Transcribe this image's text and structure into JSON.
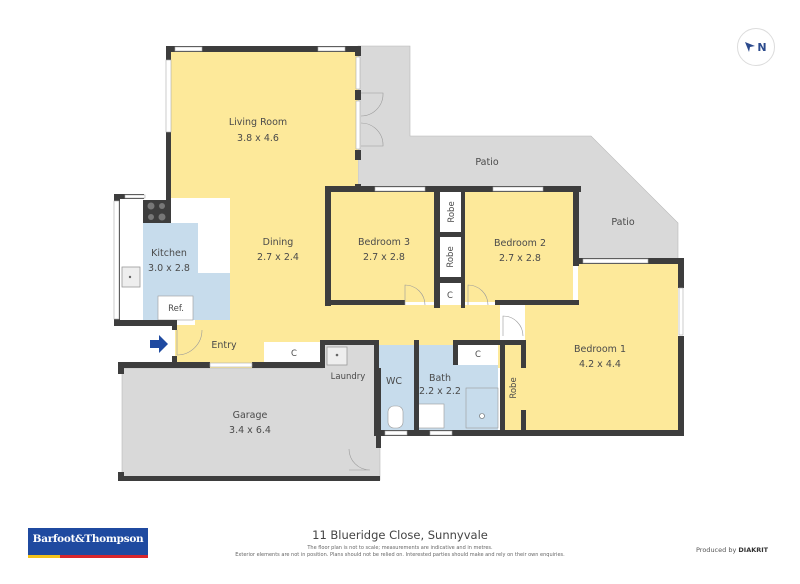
{
  "property": {
    "address": "11 Blueridge Close, Sunnyvale",
    "disclaimer_line1": "The floor plan is not to scale; measurements are indicative and in metres.",
    "disclaimer_line2": "Exterior elements are not in position. Plans should not be relied on. Interested parties should make and rely on their own enquiries."
  },
  "branding": {
    "agency_logo_text": "Barfoot&Thompson",
    "produced_by_label": "Produced by",
    "produced_by_brand": "DIAKRIT"
  },
  "compass": {
    "label": "N"
  },
  "colors": {
    "living": "#fde99a",
    "wet": "#c7dcec",
    "outdoor": "#d9d9d9",
    "wall": "#3d3d3d",
    "storage": "#ffffff",
    "entry_arrow": "#1f4aa0"
  },
  "rooms": {
    "living": {
      "name": "Living Room",
      "dims": "3.8 x 4.6"
    },
    "dining": {
      "name": "Dining",
      "dims": "2.7 x 2.4"
    },
    "kitchen": {
      "name": "Kitchen",
      "dims": "3.0 x 2.8"
    },
    "bedroom3": {
      "name": "Bedroom 3",
      "dims": "2.7 x 2.8"
    },
    "bedroom2": {
      "name": "Bedroom 2",
      "dims": "2.7 x 2.8"
    },
    "bedroom1": {
      "name": "Bedroom 1",
      "dims": "4.2 x 4.4"
    },
    "bath": {
      "name": "Bath",
      "dims": "2.2 x 2.2"
    },
    "garage": {
      "name": "Garage",
      "dims": "3.4 x 6.4"
    },
    "wc": {
      "name": "WC"
    },
    "laundry": {
      "name": "Laundry"
    },
    "entry": {
      "name": "Entry"
    },
    "patio_top": {
      "name": "Patio"
    },
    "patio_right": {
      "name": "Patio"
    }
  },
  "fixtures": {
    "robe": "Robe",
    "cupboard": "C",
    "fridge": "Ref."
  }
}
